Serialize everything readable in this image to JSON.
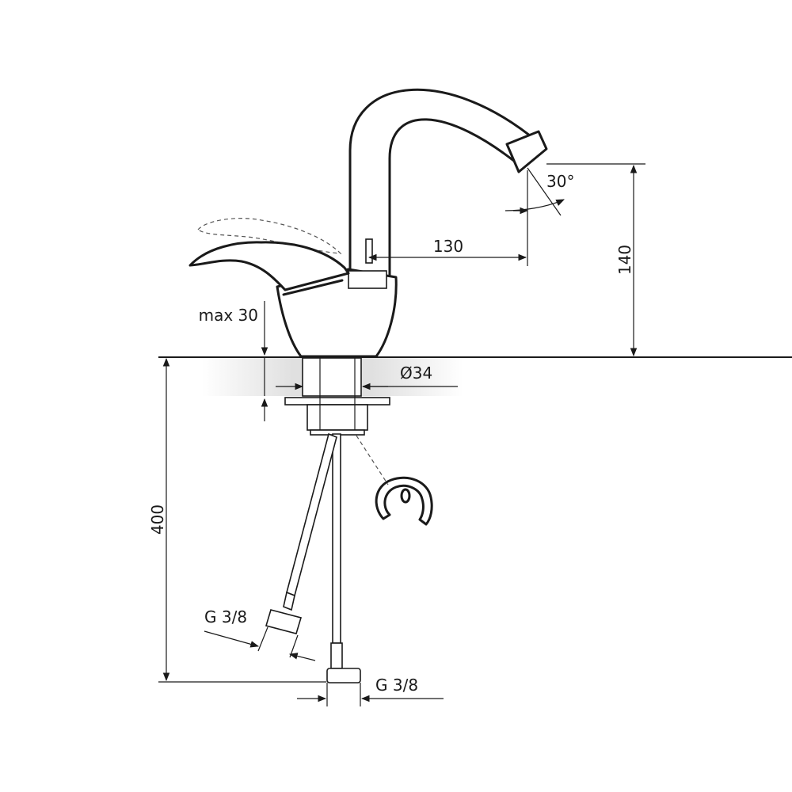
{
  "dimensions": {
    "max_install_thickness": "max 30",
    "spout_reach": "130",
    "spout_height": "140",
    "swivel_angle": "30°",
    "mount_hole_diameter": "Ø34",
    "hose_length": "400",
    "hose_thread_left": "G 3/8",
    "hose_thread_right": "G 3/8"
  },
  "icons": {
    "clip": "horseshoe-clip-icon"
  },
  "colors": {
    "line": "#1a1a1a",
    "countertop_shade": "#e6e6e6"
  }
}
